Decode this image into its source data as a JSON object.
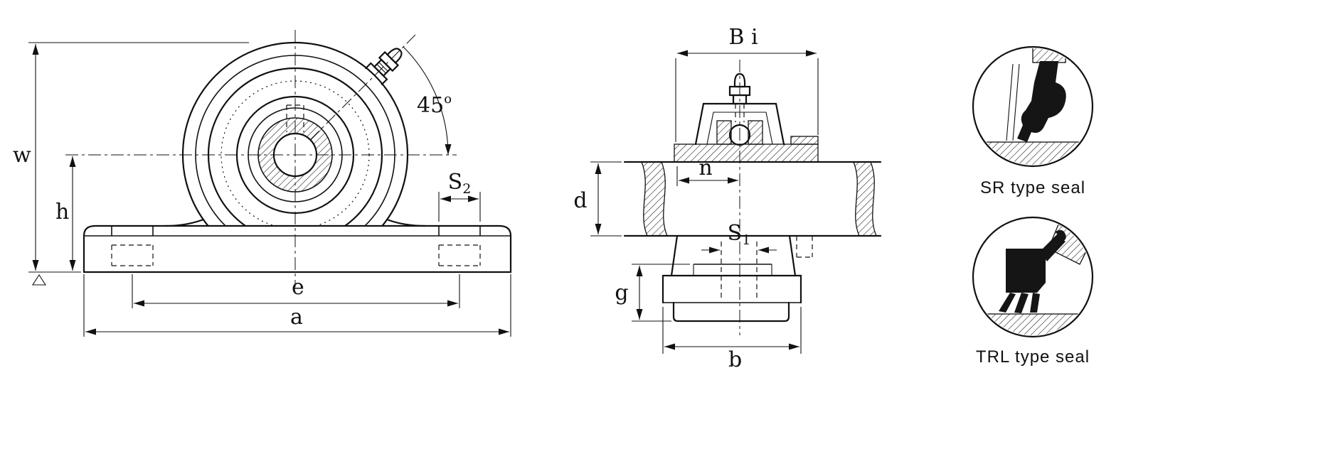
{
  "palette": {
    "line": "#111111",
    "background": "#ffffff"
  },
  "drawing": {
    "front_view": {
      "dim_w": "w",
      "dim_h": "h",
      "dim_e": "e",
      "dim_a": "a",
      "dim_s2_base": "S",
      "dim_s2_sub": "2",
      "dim_angle_value": "45",
      "dim_angle_deg": "o"
    },
    "side_view": {
      "dim_bi": "B i",
      "dim_n": "n",
      "dim_d": "d",
      "dim_s1_base": "S",
      "dim_s1_sub": "1",
      "dim_g": "g",
      "dim_b": "b"
    },
    "seal_details": [
      {
        "caption": "SR type seal"
      },
      {
        "caption": "TRL type seal"
      }
    ]
  }
}
